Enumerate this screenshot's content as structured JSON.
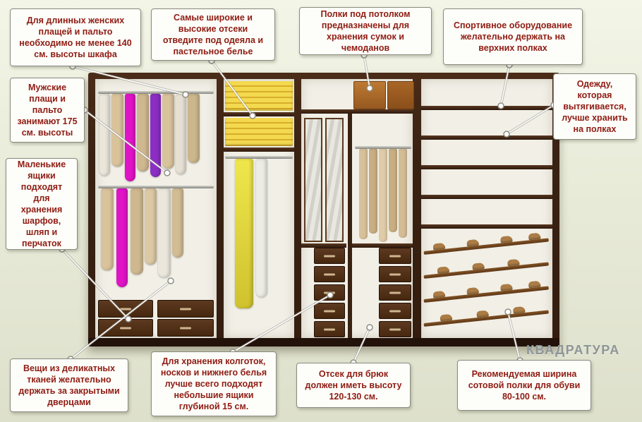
{
  "watermark": "КВАДРАТУРА",
  "callouts": [
    {
      "id": "long-womens-coats",
      "text": "Для длинных женских плащей и пальто необходимо не менее 140 см. высоты шкафа"
    },
    {
      "id": "widest-sections",
      "text": "Самые широкие и высокие отсеки отведите под одеяла и пастельное белье"
    },
    {
      "id": "ceiling-shelves",
      "text": "Полки под потолком предназначены для хранения сумок и чемоданов"
    },
    {
      "id": "sports-equipment",
      "text": "Спортивное оборудование желательно держать на верхних полках"
    },
    {
      "id": "mens-coats",
      "text": "Мужские плащи и пальто занимают 175 см. высоты"
    },
    {
      "id": "small-drawers",
      "text": "Маленькие ящики подходят для хранения шарфов, шляп и перчаток"
    },
    {
      "id": "stretch-clothes",
      "text": "Одежду, которая вытягивается, лучше хранить на полках"
    },
    {
      "id": "delicate-fabrics",
      "text": "Вещи из деликатных тканей желательно держать за закрытыми дверцами"
    },
    {
      "id": "hosiery-drawers",
      "text": "Для хранения колготок, носков и нижнего белья лучше всего подходят небольшие ящики глубиной 15 см."
    },
    {
      "id": "trouser-section",
      "text": "Отсек для брюк должен иметь высоту 120-130 см."
    },
    {
      "id": "shoe-shelf-width",
      "text": "Рекомендуемая ширина сотовой полки для обуви 80-100 см."
    }
  ],
  "colors": {
    "callout_text": "#8f1c13",
    "wardrobe_wood": "#3a2213",
    "interior": "#f1efe6",
    "linens_yellow": "#f4d94f",
    "magenta_garment": "#e014c6",
    "purple_garment": "#8c2ec4",
    "beige_garment": "#d9c39c",
    "background": "#e8ebd8"
  }
}
